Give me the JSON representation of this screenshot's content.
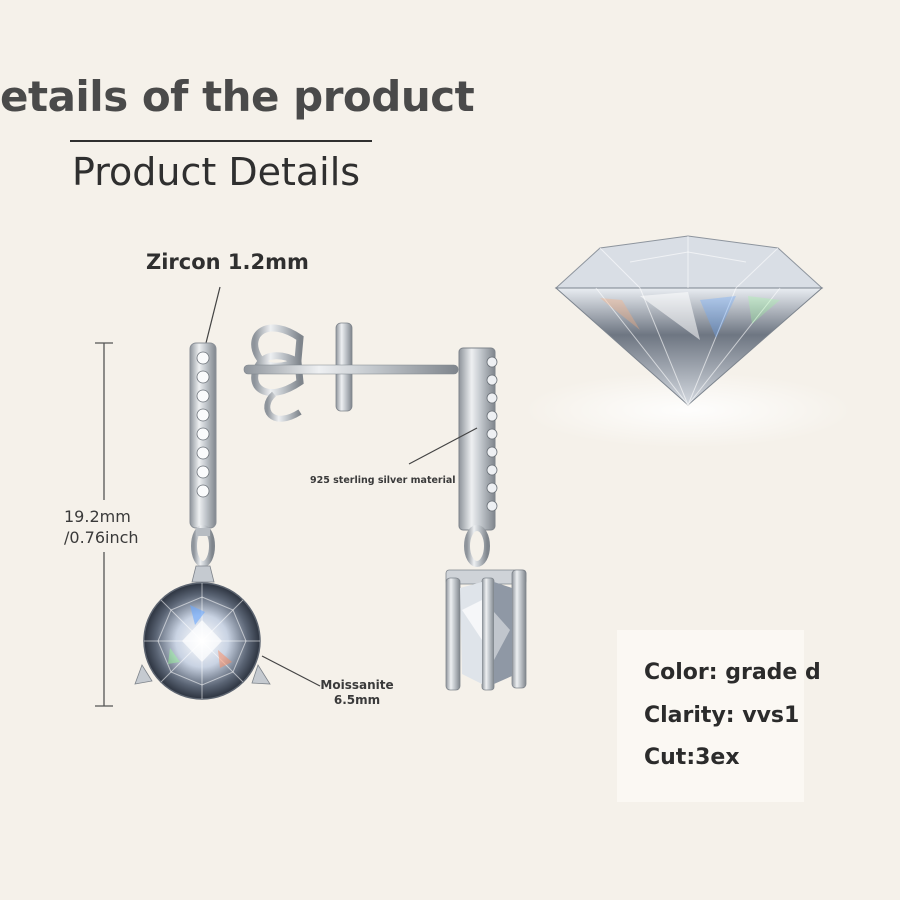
{
  "header": {
    "title": "etails of the product",
    "subtitle": "Product Details"
  },
  "annotations": {
    "zircon": "Zircon 1.2mm",
    "length_mm": "19.2mm",
    "length_inch": "/0.76inch",
    "material": "925 sterling silver material",
    "stone_name": "Moissanite",
    "stone_size": "6.5mm"
  },
  "specs": {
    "color": "Color: grade d",
    "clarity": "Clarity: vvs1",
    "cut": "Cut:3ex"
  },
  "colors": {
    "background": "#f5f1ea",
    "text": "#2f2f2f",
    "silver": "#c9cdd2"
  },
  "icons": [
    "front-earring-image",
    "side-earring-image",
    "loose-diamond-image"
  ]
}
